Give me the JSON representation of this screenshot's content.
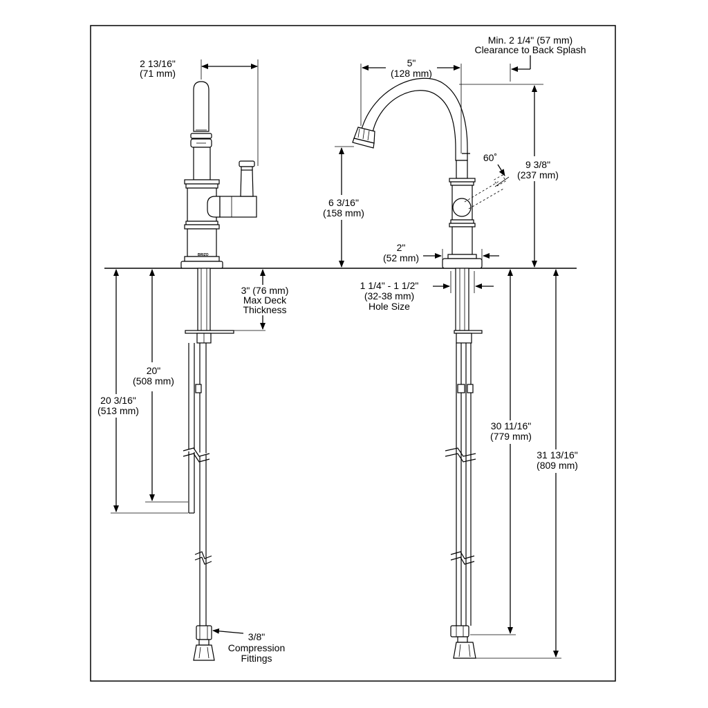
{
  "diagram": {
    "side_view": {
      "handle_reach": [
        "2 13/16\"",
        "(71 mm)"
      ],
      "max_deck": [
        "3\" (76 mm)",
        "Max Deck",
        "Thickness"
      ],
      "shank_20": [
        "20\"",
        "(508 mm)"
      ],
      "shank_20_3_16": [
        "20 3/16\"",
        "(513 mm)"
      ],
      "compression": [
        "3/8\"",
        "Compression",
        "Fittings"
      ],
      "brand_mark": "BRIZO"
    },
    "front_view": {
      "back_splash": [
        "Min. 2 1/4\" (57 mm)",
        "Clearance to Back Splash"
      ],
      "spout_reach": [
        "5\"",
        "(128 mm)"
      ],
      "handle_angle": "60˚",
      "total_height": [
        "9 3/8\"",
        "(237 mm)"
      ],
      "spout_height": [
        "6 3/16\"",
        "(158 mm)"
      ],
      "base_diameter": [
        "2\"",
        "(52 mm)"
      ],
      "hole_size": [
        "1 1/4\" - 1 1/2\"",
        "(32-38 mm)",
        "Hole Size"
      ],
      "supply_30": [
        "30 11/16\"",
        "(779 mm)"
      ],
      "supply_31": [
        "31 13/16\"",
        "(809 mm)"
      ]
    }
  }
}
